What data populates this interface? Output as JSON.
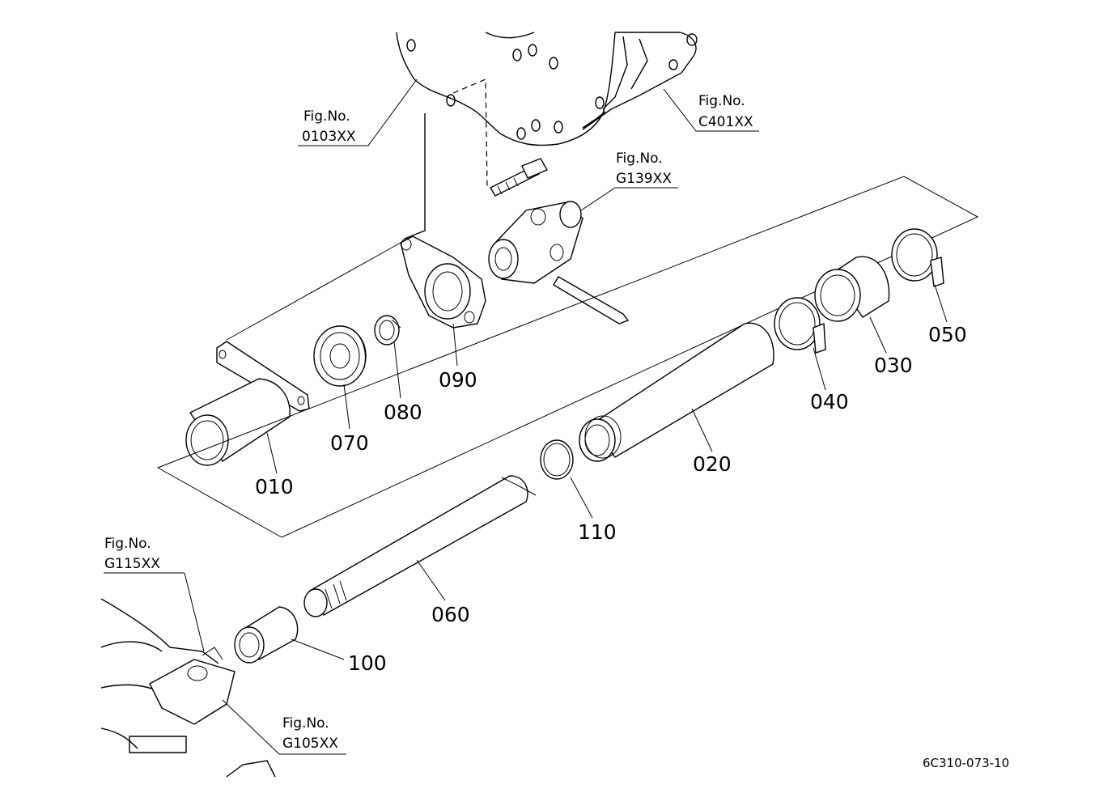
{
  "figure_id": "6C310-073-10",
  "parts": [
    {
      "number": "010"
    },
    {
      "number": "020"
    },
    {
      "number": "030"
    },
    {
      "number": "040"
    },
    {
      "number": "050"
    },
    {
      "number": "060"
    },
    {
      "number": "070"
    },
    {
      "number": "080"
    },
    {
      "number": "090"
    },
    {
      "number": "100"
    },
    {
      "number": "110"
    }
  ],
  "references": [
    {
      "prefix": "Fig.No.",
      "code": "0103XX"
    },
    {
      "prefix": "Fig.No.",
      "code": "C401XX"
    },
    {
      "prefix": "Fig.No.",
      "code": "G139XX"
    },
    {
      "prefix": "Fig.No.",
      "code": "G115XX"
    },
    {
      "prefix": "Fig.No.",
      "code": "G105XX"
    }
  ]
}
